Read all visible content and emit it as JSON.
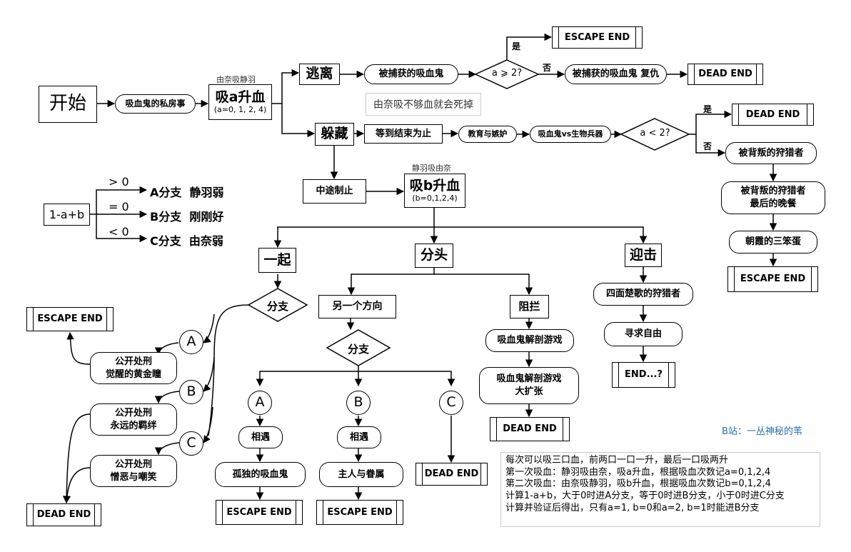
{
  "nodes": {
    "start": "开始",
    "private": "吸血鬼的私房事",
    "label_a_up": "由奈吸静羽",
    "a_up": "吸a升血",
    "a_vals": "(a=0, 1, 2, 4)",
    "escape": "逃离",
    "captured": "被捕获的吸血鬼",
    "a_cond": "a ⩾ 2?",
    "captured_revenge": "被捕获的吸血鬼 复仇",
    "escape_end_1": "ESCAPE END",
    "dead_end_1": "DEAD END",
    "yes": "是",
    "no": "否",
    "yuna_note": "由奈吸不够血就会死掉",
    "hide": "躲藏",
    "wait": "等到结束为止",
    "edu": "教育与嫉妒",
    "bio": "吸血鬼vs生物兵器",
    "a_cond2": "a < 2?",
    "dead_end_2": "DEAD END",
    "betrayed": "被背叛的狩猎者",
    "betrayed_supper": "被背叛的狩猎者\n最后的晚餐",
    "morning": "朝霞的三笨蛋",
    "escape_end_2": "ESCAPE END",
    "halt": "中途制止",
    "label_b_up": "静羽吸由奈",
    "b_up": "吸b升血",
    "b_vals": "(b=0,1,2,4)",
    "together": "一起",
    "split": "分头",
    "confront": "迎击",
    "branch_l": "分支",
    "circle_a": "A",
    "circle_b": "B",
    "circle_c": "C",
    "exec_a": "公开处刑\n觉醒的黄金瞳",
    "exec_b": "公开处刑\n永远的羁绊",
    "exec_c": "公开处刑\n憎恶与嘲笑",
    "escape_end_3": "ESCAPE END",
    "dead_end_3": "DEAD END",
    "other_dir": "另一个方向",
    "branch_m": "分支",
    "meet": "相遇",
    "lonely": "孤独的吸血鬼",
    "master": "主人与眷属",
    "escape_end_4": "ESCAPE END",
    "escape_end_5": "ESCAPE END",
    "dead_end_4": "DEAD END",
    "block": "阻拦",
    "dissect": "吸血鬼解剖游戏",
    "dissect_ext": "吸血鬼解剖游戏\n大扩张",
    "dead_end_5": "DEAD END",
    "besieged": "四面楚歌的狩猎者",
    "freedom": "寻求自由",
    "end_q": "END...?"
  },
  "legend": {
    "formula": "1-a+b",
    "gt": "> 0",
    "eq": "= 0",
    "lt": "< 0",
    "branch_a": "A分支  静羽弱",
    "branch_b": "B分支  刚刚好",
    "branch_c": "C分支  由奈弱"
  },
  "credit": "B站：一丛神秘的苇",
  "notes": [
    "每次可以吸三口血，前两口一口一升，最后一口吸两升",
    "第一次吸血：静羽吸由奈，吸a升血，根据吸血次数记a=0,1,2,4",
    "第二次吸血：由奈吸静羽，吸b升血，根据吸血次数记b=0,1,2,4",
    "计算1-a+b，大于0时进A分支，等于0时进B分支，小于0时进C分支",
    "计算并验证后得出，只有a=1, b=0和a=2, b=1时能进B分支"
  ],
  "colors": {
    "credit": "#2a6fb0",
    "note_border": "#c8c8c8"
  }
}
